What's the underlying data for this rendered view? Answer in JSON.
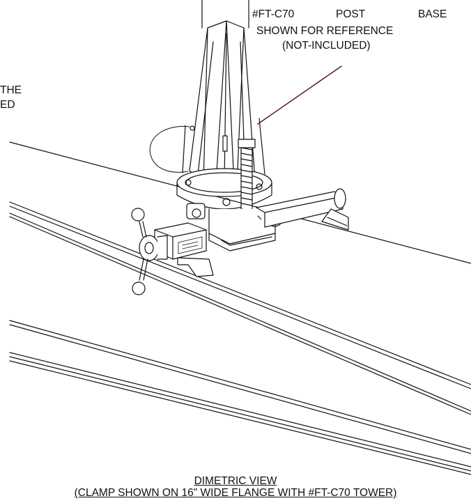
{
  "reference_note": {
    "line1_words": [
      "#FT-C70",
      "POST",
      "BASE"
    ],
    "line2": "SHOWN FOR REFERENCE",
    "line3": "(NOT-INCLUDED)"
  },
  "cut_off_note": {
    "line1": "THE",
    "line2": "ED"
  },
  "caption": {
    "title": "DIMETRIC VIEW",
    "subtitle": "(CLAMP SHOWN ON 16\" WIDE FLANGE WITH #FT-C70 TOWER)"
  },
  "colors": {
    "line": "#111111",
    "leader": "#5a1a1a",
    "background": "#ffffff"
  }
}
